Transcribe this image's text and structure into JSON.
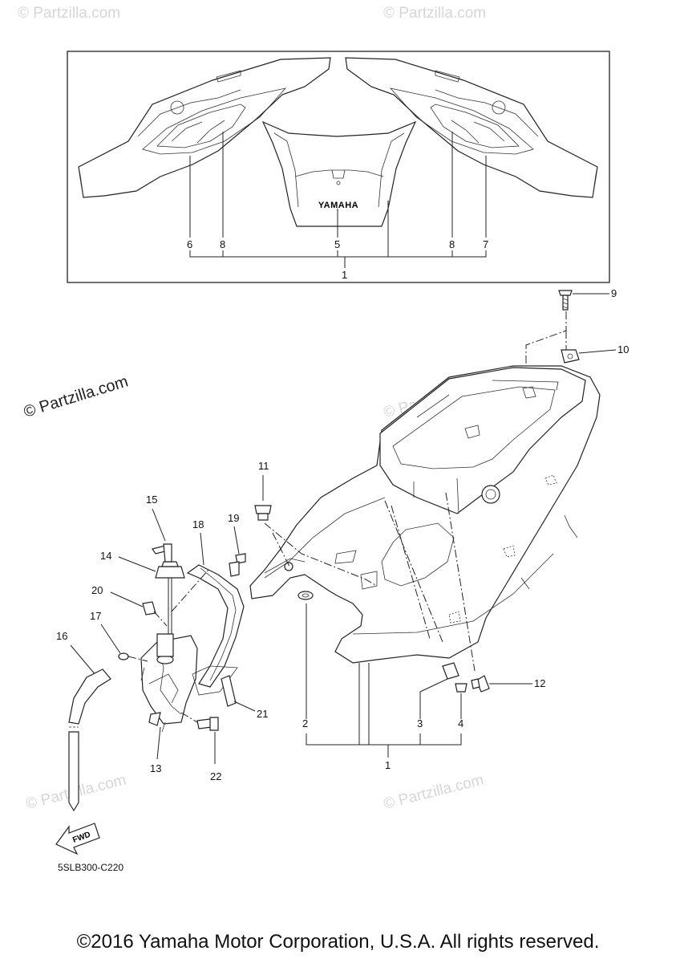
{
  "watermarks": [
    "© Partzilla.com",
    "© Partzilla.com",
    "© Partzilla.com",
    "© Partzilla.com",
    "© Partzilla.com",
    "© Partzilla.com"
  ],
  "decal_brand": "YAMAHA",
  "fwd_label": "FWD",
  "diagram_code": "5SLB300-C220",
  "callouts": {
    "c1a": "1",
    "c1b": "1",
    "c2": "2",
    "c3": "3",
    "c4": "4",
    "c5": "5",
    "c6": "6",
    "c7": "7",
    "c8a": "8",
    "c8b": "8",
    "c9": "9",
    "c10": "10",
    "c11": "11",
    "c12": "12",
    "c13": "13",
    "c14": "14",
    "c15": "15",
    "c16": "16",
    "c17": "17",
    "c18": "18",
    "c19": "19",
    "c20": "20",
    "c21": "21",
    "c22": "22"
  },
  "footer": "©2016 Yamaha Motor Corporation, U.S.A. All rights reserved."
}
